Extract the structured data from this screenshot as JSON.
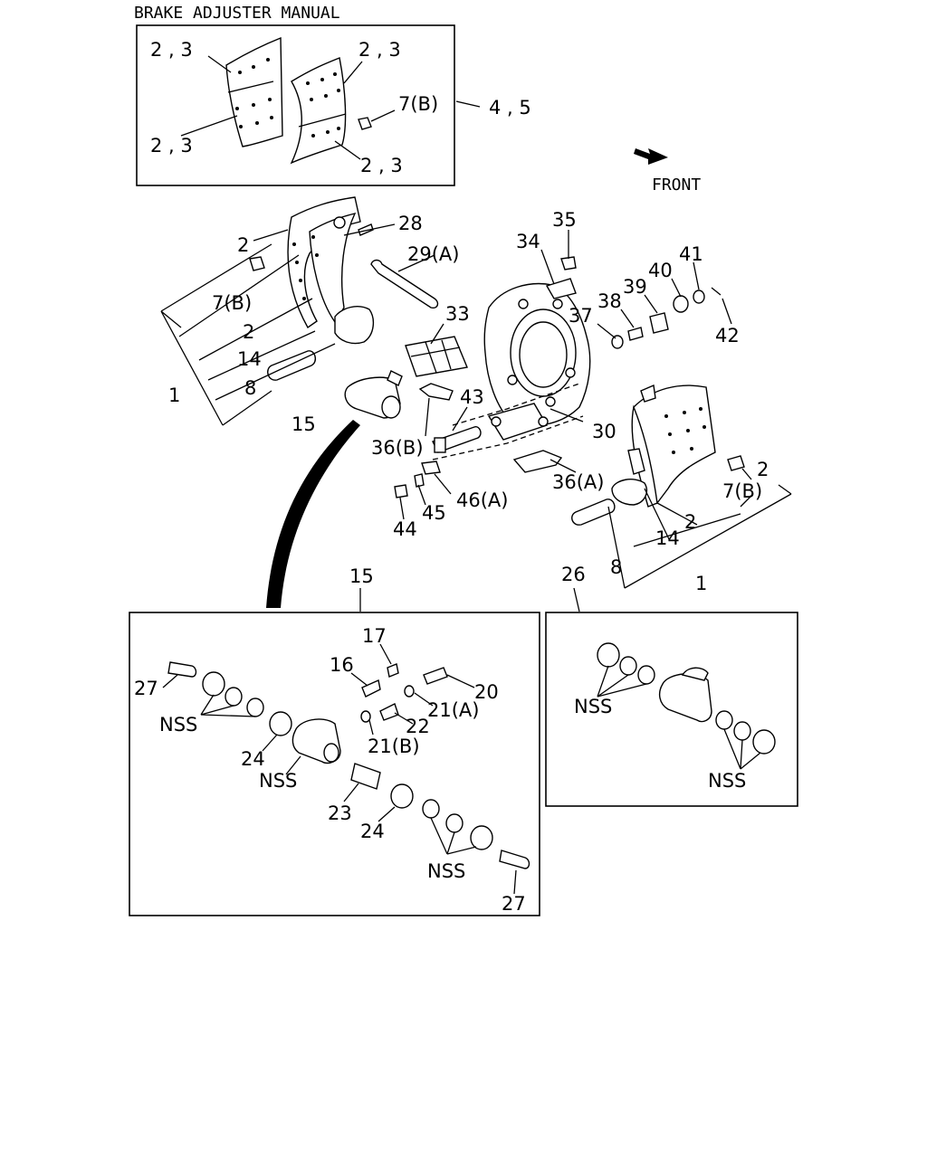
{
  "title": "BRAKE ADJUSTER MANUAL",
  "front_label": "FRONT",
  "colors": {
    "ink": "#000000",
    "paper": "#ffffff"
  },
  "inset_top": {
    "labels": [
      "2 , 3",
      "2 , 3",
      "2 , 3",
      "2 , 3",
      "7(B)",
      "4 , 5"
    ]
  },
  "main_callouts": {
    "left_shoe": [
      "2",
      "7(B)",
      "2",
      "14",
      "1",
      "8",
      "15"
    ],
    "pins": [
      "28",
      "29(A)",
      "33"
    ],
    "backing_plate": [
      "35",
      "34",
      "38",
      "39",
      "40",
      "41",
      "37",
      "42",
      "43",
      "30",
      "36(B)",
      "36(A)"
    ],
    "lower": [
      "46(A)",
      "45",
      "44"
    ],
    "right_shoe": [
      "2",
      "7(B)",
      "2",
      "14",
      "8",
      "1"
    ]
  },
  "detail_15": {
    "id": "15",
    "labels": [
      "17",
      "16",
      "20",
      "21(A)",
      "22",
      "21(B)",
      "27",
      "NSS",
      "24",
      "NSS",
      "23",
      "24",
      "NSS",
      "27"
    ]
  },
  "detail_26": {
    "id": "26",
    "labels": [
      "NSS",
      "NSS"
    ]
  }
}
